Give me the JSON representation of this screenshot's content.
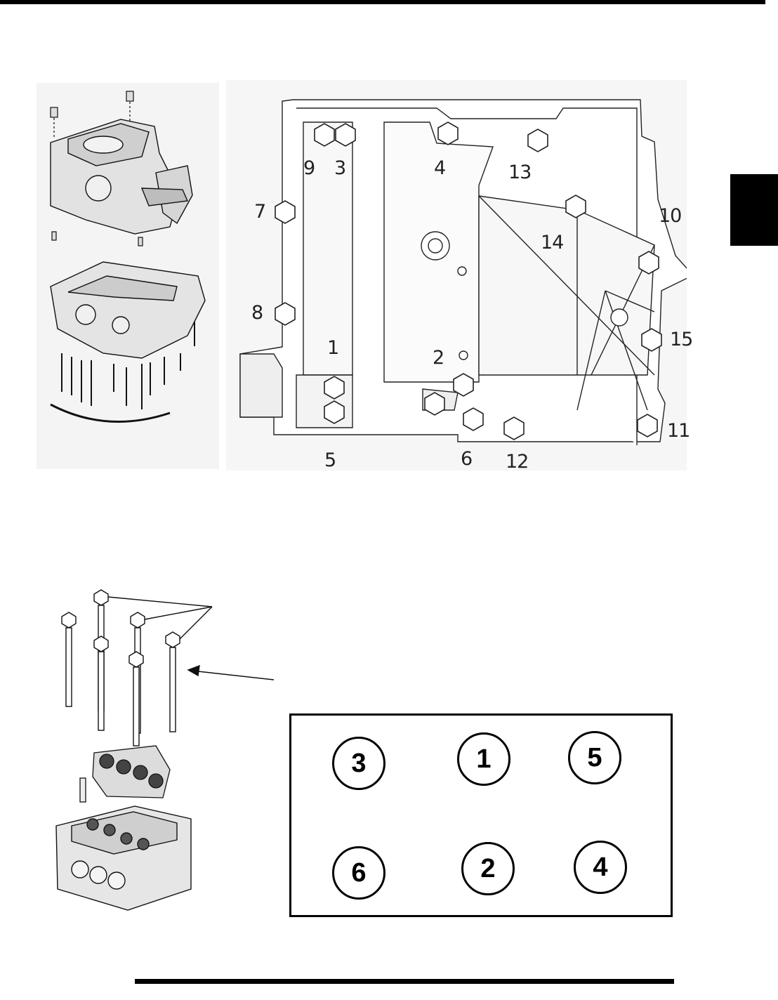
{
  "crankcase_bolt_callouts": {
    "b1": "1",
    "b2": "2",
    "b3": "3",
    "b4": "4",
    "b5": "5",
    "b6": "6",
    "b7": "7",
    "b8": "8",
    "b9": "9",
    "b10": "10",
    "b11": "11",
    "b12": "12",
    "b13": "13",
    "b14": "14",
    "b15": "15"
  },
  "head_torque_sequence": {
    "top": [
      "3",
      "1",
      "5"
    ],
    "bottom": [
      "6",
      "2",
      "4"
    ]
  },
  "section_tab_color": "#000000"
}
